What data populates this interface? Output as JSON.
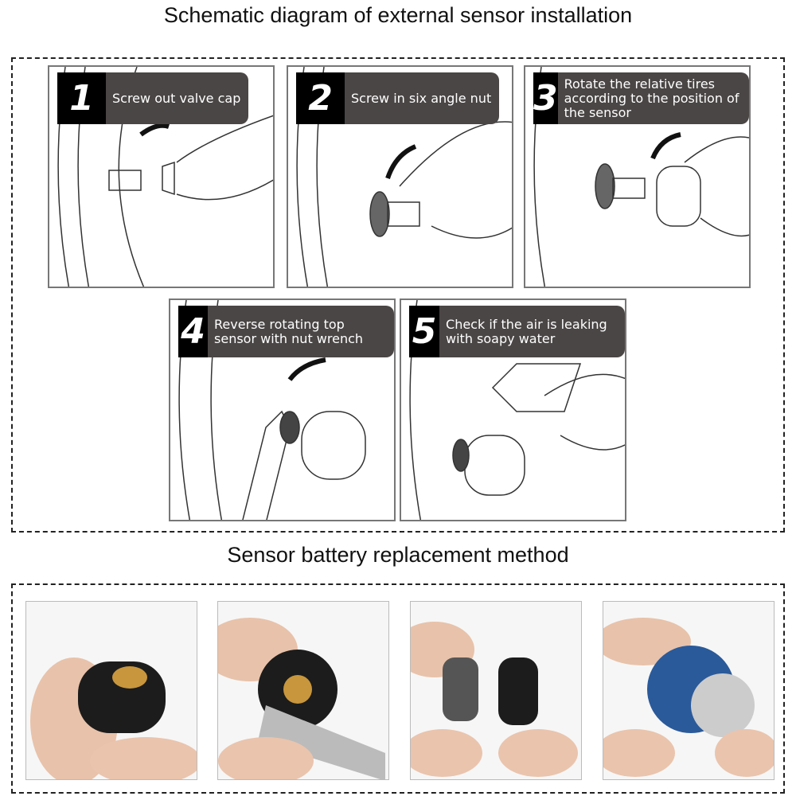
{
  "section1": {
    "title": "Schematic diagram of external sensor installation",
    "steps": [
      {
        "number": "1",
        "text": "Screw out valve cap"
      },
      {
        "number": "2",
        "text": "Screw in six angle nut"
      },
      {
        "number": "3",
        "text": "Rotate the relative tires according to the position of the sensor"
      },
      {
        "number": "4",
        "text": "Reverse rotating top sensor with nut wrench"
      },
      {
        "number": "5",
        "text": "Check if the air is leaking with soapy water"
      }
    ]
  },
  "section2": {
    "title": "Sensor battery replacement method",
    "photos": [
      "sensor-held",
      "wrench-on-sensor",
      "sensor-opened",
      "battery-removed"
    ]
  }
}
